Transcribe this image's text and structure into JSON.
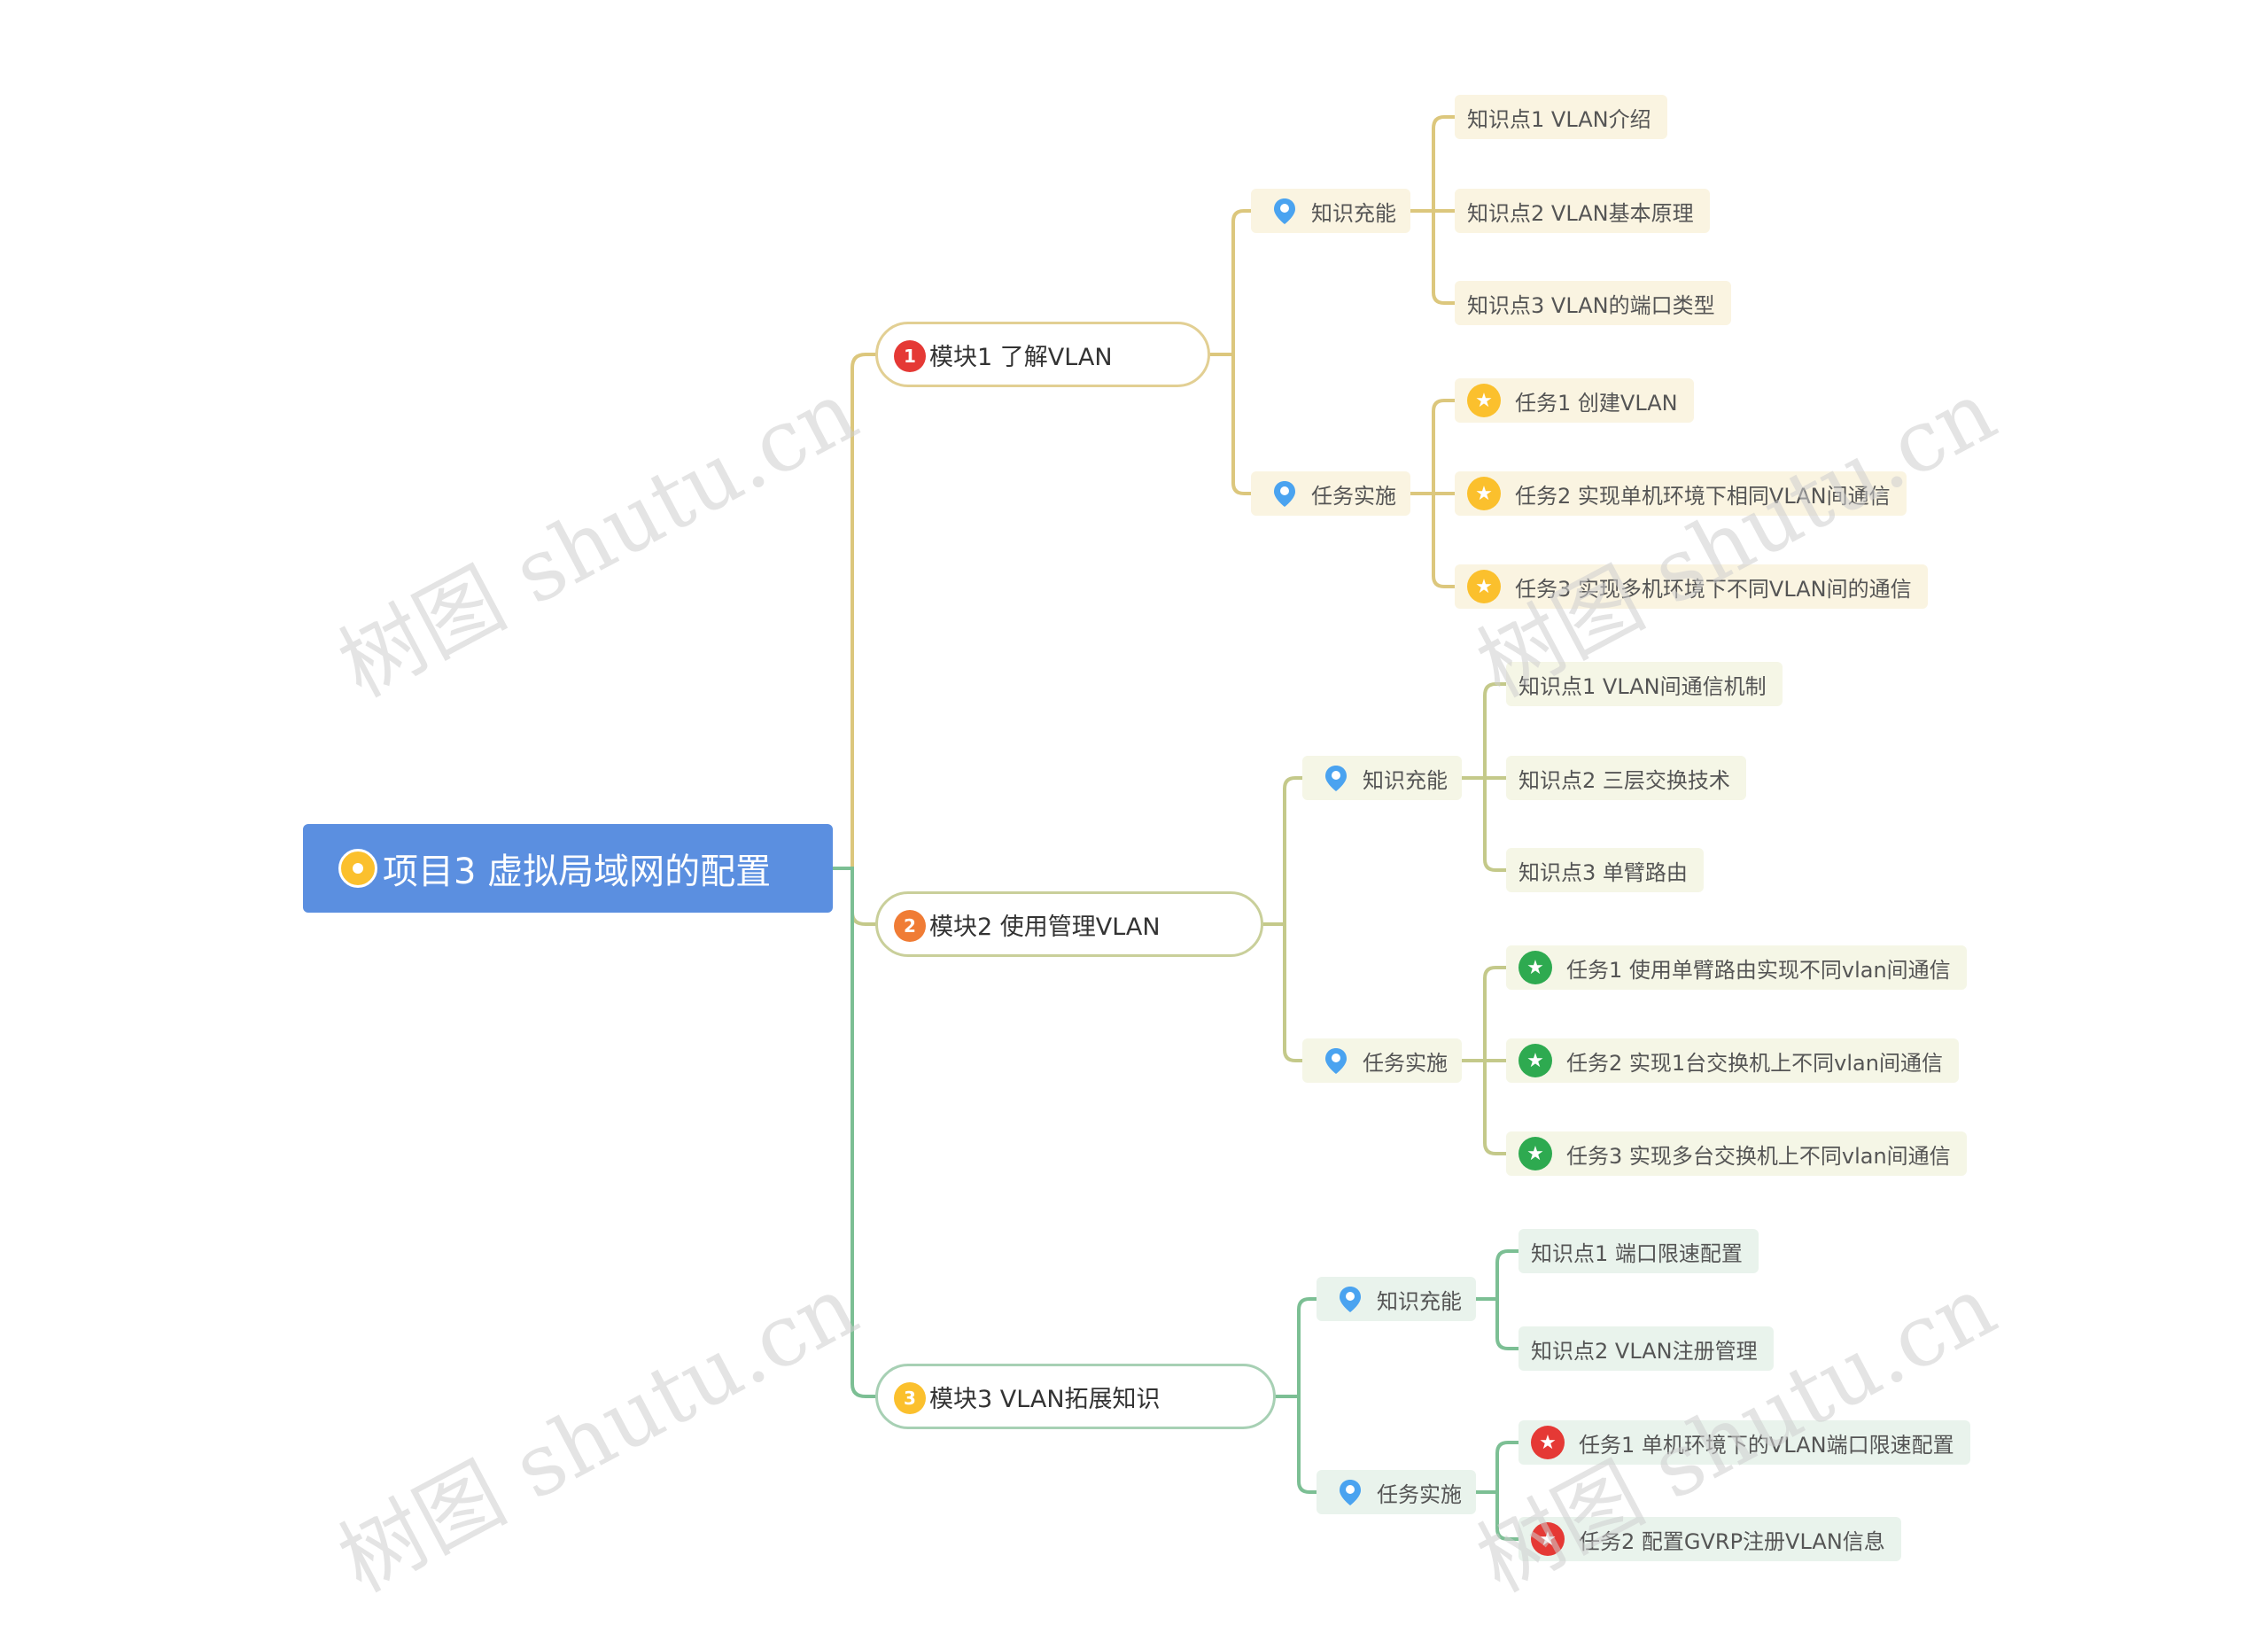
{
  "root": {
    "title": "项目3 虚拟局域网的配置"
  },
  "modules": [
    {
      "number": "1",
      "label": "模块1 了解VLAN",
      "badge_color": "#e53935",
      "knowledge": {
        "label": "知识充能",
        "items": [
          "知识点1 VLAN介绍",
          "知识点2 VLAN基本原理",
          "知识点3 VLAN的端口类型"
        ]
      },
      "tasks": {
        "label": "任务实施",
        "icon_color": "#fbc02d",
        "items": [
          "任务1 创建VLAN",
          "任务2 实现单机环境下相同VLAN间通信",
          "任务3 实现多机环境下不同VLAN间的通信"
        ]
      }
    },
    {
      "number": "2",
      "label": "模块2 使用管理VLAN",
      "badge_color": "#f07c35",
      "knowledge": {
        "label": "知识充能",
        "items": [
          "知识点1 VLAN间通信机制",
          "知识点2 三层交换技术",
          "知识点3 单臂路由"
        ]
      },
      "tasks": {
        "label": "任务实施",
        "icon_color": "#2eaa50",
        "items": [
          "任务1 使用单臂路由实现不同vlan间通信",
          "任务2 实现1台交换机上不同vlan间通信",
          "任务3 实现多台交换机上不同vlan间通信"
        ]
      }
    },
    {
      "number": "3",
      "label": "模块3  VLAN拓展知识",
      "badge_color": "#fbc02d",
      "knowledge": {
        "label": "知识充能",
        "items": [
          "知识点1 端口限速配置",
          "知识点2 VLAN注册管理"
        ]
      },
      "tasks": {
        "label": "任务实施",
        "icon_color": "#e53935",
        "items": [
          "任务1 单机环境下的VLAN端口限速配置",
          "任务2 配置GVRP注册VLAN信息"
        ]
      }
    }
  ],
  "colors": {
    "root": "#5b8fe0",
    "branch1": "#dcc77d",
    "branch2": "#c4c98a",
    "branch3": "#7cbf94",
    "pin": "#4aa3f0"
  },
  "watermark": "树图 shutu.cn"
}
